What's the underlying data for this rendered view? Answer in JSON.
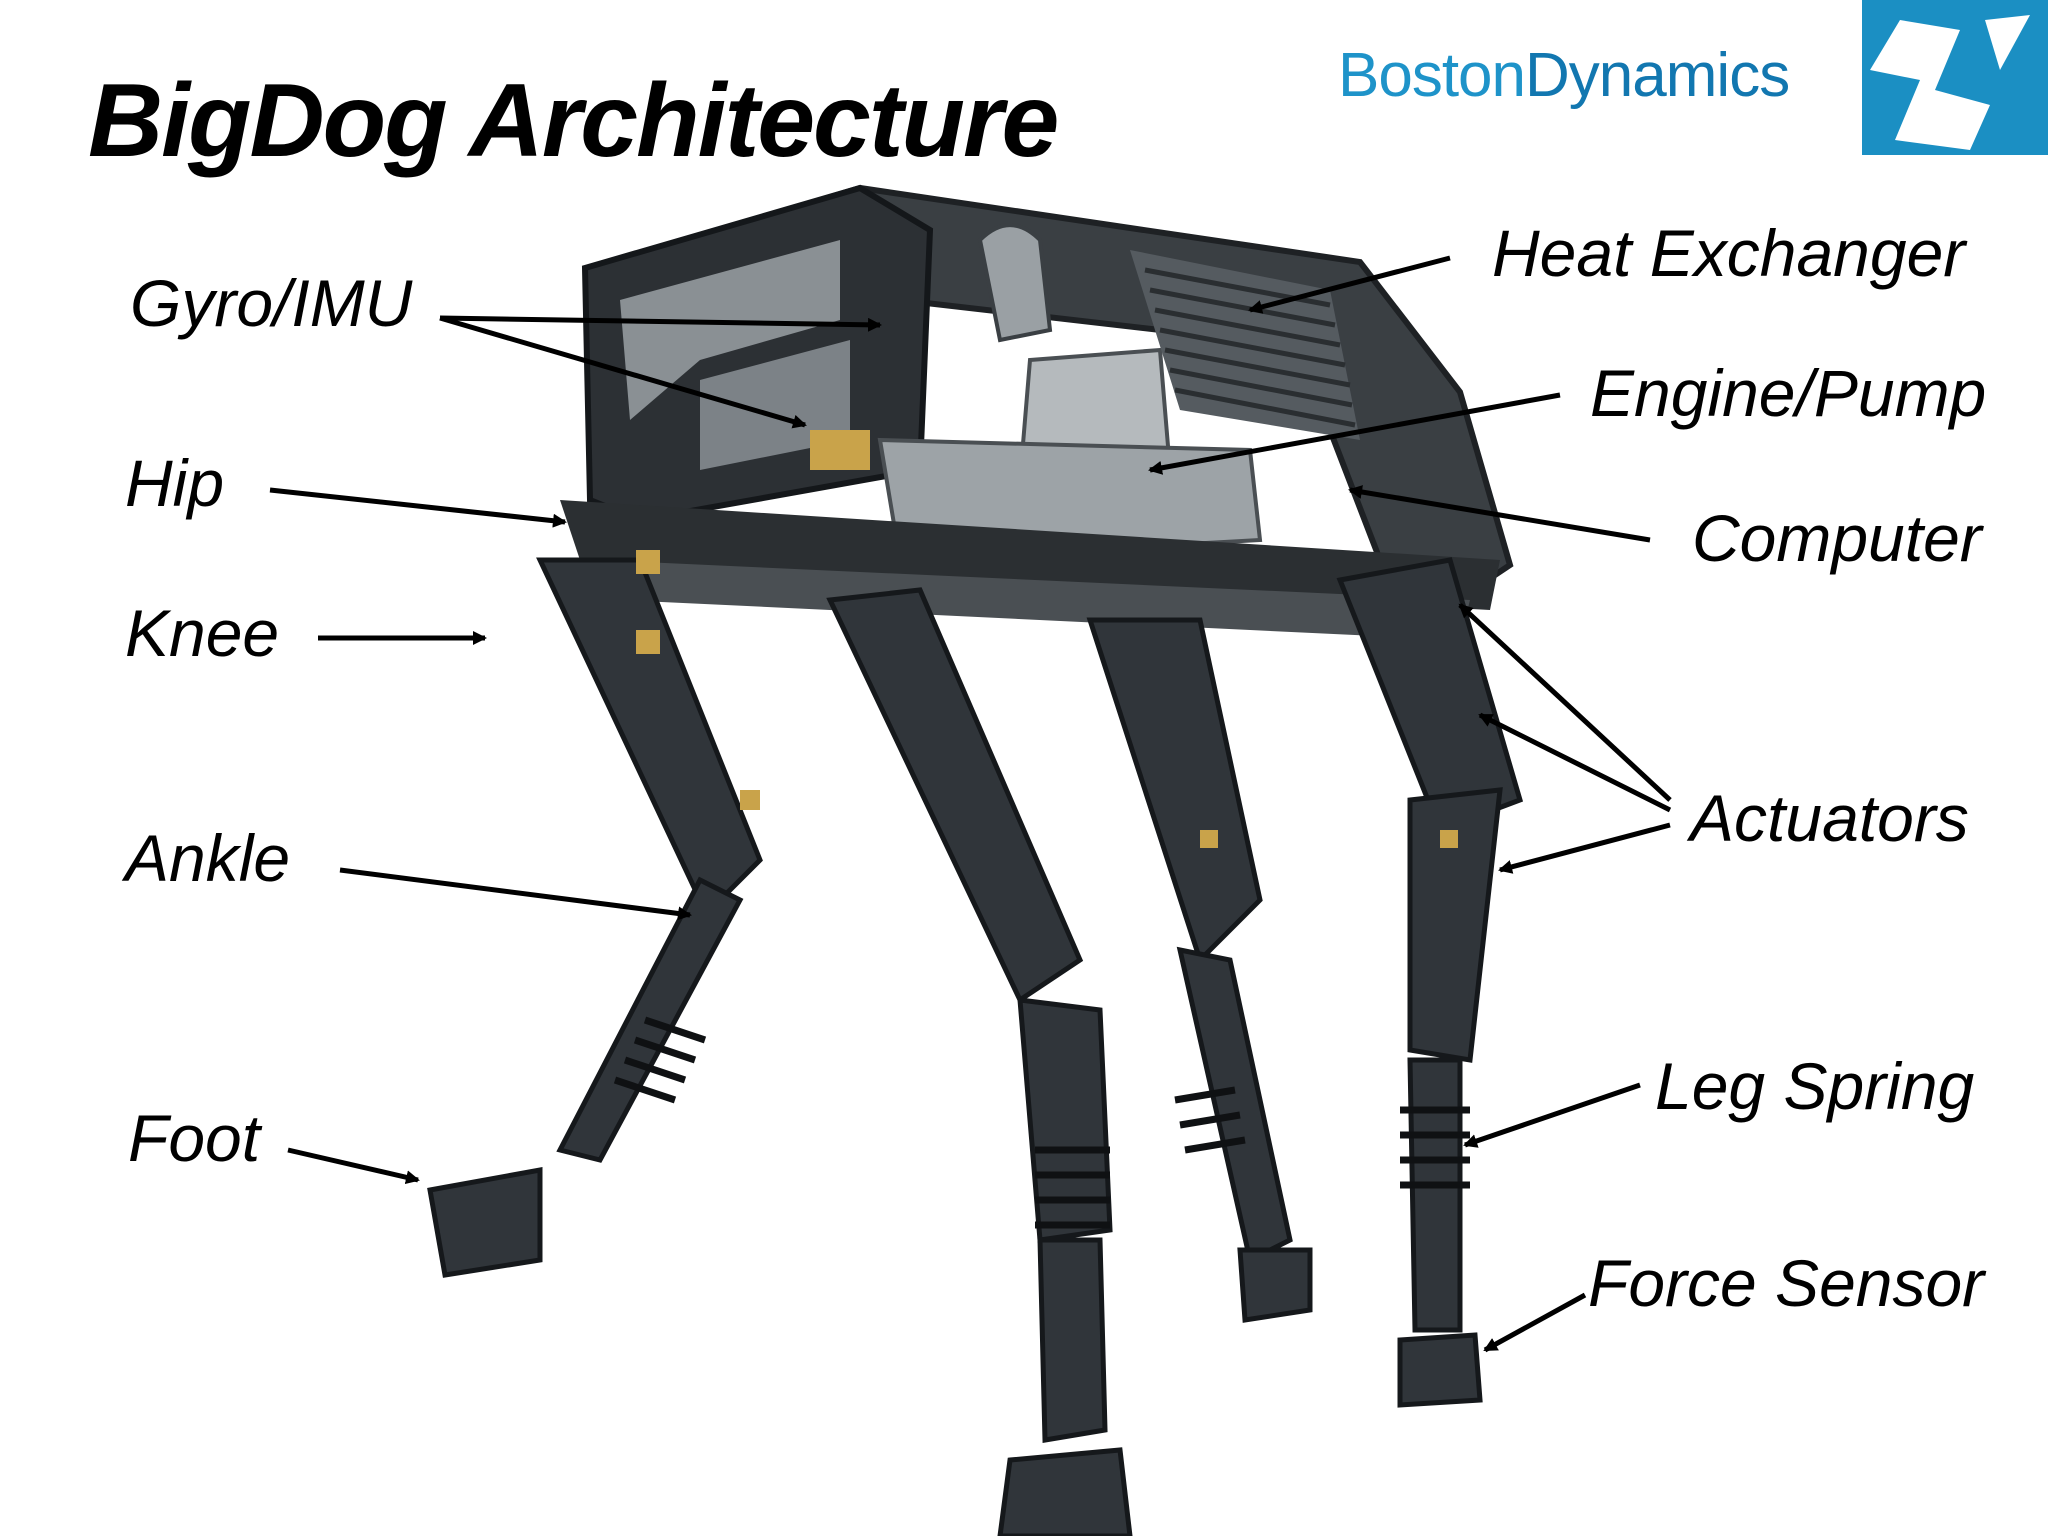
{
  "title": "BigDog Architecture",
  "logo": {
    "word1": "Boston",
    "word2": "Dynamics",
    "brand_color": "#1b8fc3"
  },
  "labels": {
    "gyro": "Gyro/IMU",
    "hip": "Hip",
    "knee": "Knee",
    "ankle": "Ankle",
    "foot": "Foot",
    "heat_exchanger": "Heat Exchanger",
    "engine_pump": "Engine/Pump",
    "computer": "Computer",
    "actuators": "Actuators",
    "leg_spring": "Leg Spring",
    "force_sensor": "Force Sensor"
  },
  "colors": {
    "robot_dark": "#2d3236",
    "robot_mid": "#5b6166",
    "accent_gold": "#c9a34a"
  }
}
